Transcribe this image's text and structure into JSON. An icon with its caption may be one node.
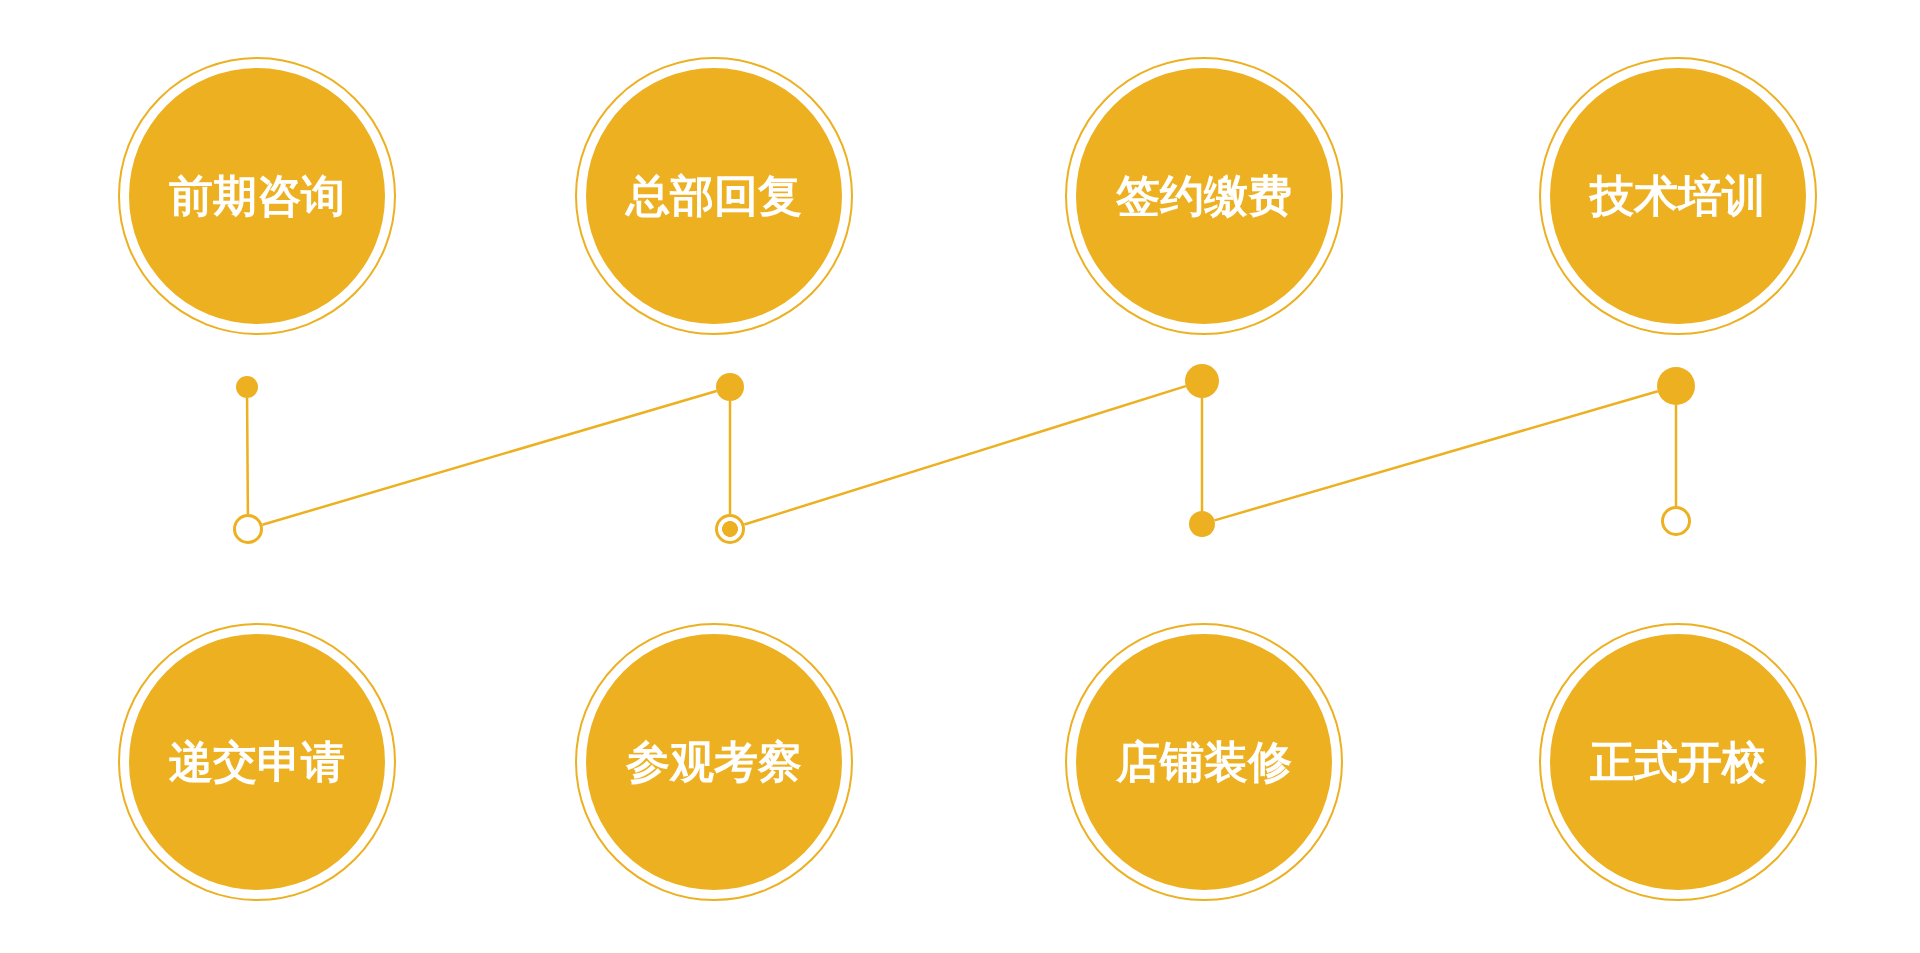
{
  "diagram": {
    "nodes": [
      {
        "text": [
          "前期咨询"
        ]
      },
      {
        "text": [
          "总部回复"
        ]
      },
      {
        "text": [
          "签约缴费"
        ]
      },
      {
        "text": [
          "技术培训"
        ]
      },
      {
        "text": [
          "递交申请"
        ]
      },
      {
        "text": [
          "参观考察"
        ]
      },
      {
        "text": [
          "店铺装修"
        ]
      },
      {
        "text": [
          "正式开校"
        ]
      },
      {
        "text": [],
        "shape": "circle"
      },
      {
        "text": [],
        "shape": "circle"
      },
      {
        "text": [],
        "shape": "circle"
      },
      {
        "text": [],
        "shape": "circle"
      },
      {
        "text": [],
        "shape": "circle"
      },
      {
        "text": [],
        "shape": "circle"
      },
      {
        "text": [],
        "shape": "circle"
      },
      {
        "text": [],
        "shape": "circle"
      }
    ],
    "edges": [
      {
        "from": 8,
        "to": 9,
        "arrow": "none"
      },
      {
        "from": 9,
        "to": 10,
        "arrow": "none"
      },
      {
        "from": 10,
        "to": 11,
        "arrow": "none"
      },
      {
        "from": 11,
        "to": 12,
        "arrow": "none"
      },
      {
        "from": 12,
        "to": 13,
        "arrow": "none"
      },
      {
        "from": 13,
        "to": 14,
        "arrow": "none"
      },
      {
        "from": 14,
        "to": 15,
        "arrow": "none"
      }
    ]
  }
}
